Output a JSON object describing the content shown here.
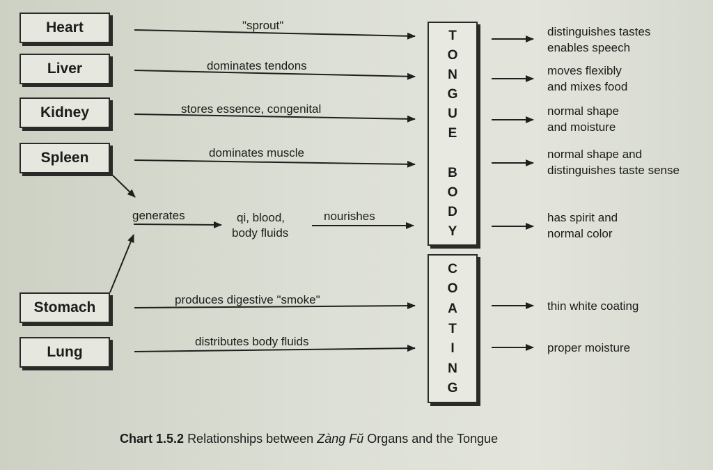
{
  "organs": {
    "heart": "Heart",
    "liver": "Liver",
    "kidney": "Kidney",
    "spleen": "Spleen",
    "stomach": "Stomach",
    "lung": "Lung"
  },
  "edges": {
    "heart": "\"sprout\"",
    "liver": "dominates tendons",
    "kidney": "stores essence, congenital",
    "spleen": "dominates muscle",
    "generates": "generates",
    "qi_line1": "qi, blood,",
    "qi_line2": "body fluids",
    "nourishes": "nourishes",
    "stomach": "produces digestive \"smoke\"",
    "lung": "distributes body fluids"
  },
  "tongue_body": {
    "tongue": [
      "T",
      "O",
      "N",
      "G",
      "U",
      "E"
    ],
    "body": [
      "B",
      "O",
      "D",
      "Y"
    ]
  },
  "tongue_coating": [
    "C",
    "O",
    "A",
    "T",
    "I",
    "N",
    "G"
  ],
  "results": {
    "r1": [
      "distinguishes tastes",
      "enables speech"
    ],
    "r2": [
      "moves flexibly",
      "and mixes food"
    ],
    "r3": [
      "normal shape",
      "and moisture"
    ],
    "r4": [
      "normal shape and",
      "distinguishes taste sense"
    ],
    "r5": [
      "has spirit and",
      "normal color"
    ],
    "r6": [
      "thin white coating"
    ],
    "r7": [
      "proper moisture"
    ]
  },
  "caption": {
    "number": "Chart 1.5.2",
    "text_before": "Relationships between",
    "term": "Zàng Fŭ",
    "text_after": "Organs and the Tongue"
  }
}
